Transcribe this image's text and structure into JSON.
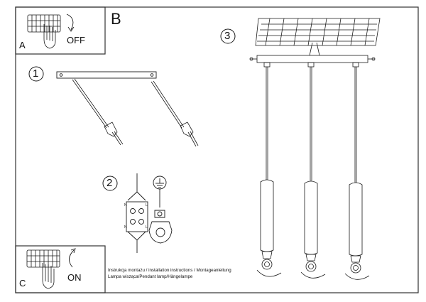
{
  "panels": {
    "a": {
      "letter": "A",
      "state_text": "OFF"
    },
    "b": {
      "letter": "B"
    },
    "c": {
      "letter": "C",
      "state_text": "ON"
    }
  },
  "steps": [
    "1",
    "2",
    "3"
  ],
  "terminal_letters": {
    "n": "N",
    "l": "L"
  },
  "captions": {
    "line1": "Instrukcja montażu / installation instructions / Montageanleitung",
    "line2": "Lampa wisząca/Pendant lamp/Hängelampe"
  },
  "colors": {
    "line": "#1a1a1a",
    "frame": "#333333",
    "background": "#ffffff"
  },
  "icons": [
    "light-switch-icon",
    "hand-icon",
    "curved-arrow-icon",
    "ground-symbol-icon",
    "bulb-icon"
  ]
}
